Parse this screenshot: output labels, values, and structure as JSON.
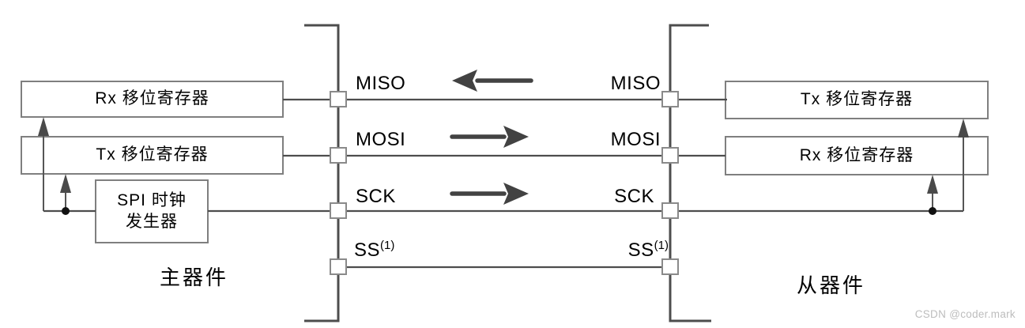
{
  "master": {
    "device_label": "主器件",
    "rx_register": "Rx 移位寄存器",
    "tx_register": "Tx 移位寄存器",
    "clock_generator_line1": "SPI 时钟",
    "clock_generator_line2": "发生器"
  },
  "slave": {
    "device_label": "从器件",
    "tx_register": "Tx 移位寄存器",
    "rx_register": "Rx 移位寄存器"
  },
  "signals": {
    "miso": {
      "master_label": "MISO",
      "slave_label": "MISO",
      "direction": "slave_to_master"
    },
    "mosi": {
      "master_label": "MOSI",
      "slave_label": "MOSI",
      "direction": "master_to_slave"
    },
    "sck": {
      "master_label": "SCK",
      "slave_label": "SCK",
      "direction": "master_to_slave"
    },
    "ss": {
      "master_label": "SS",
      "slave_label": "SS",
      "footnote": "(1)"
    }
  },
  "watermark": "CSDN @coder.mark",
  "colors": {
    "signal_line": "#4d4d4d",
    "box_border": "#7f7f7f",
    "arrow": "#424242",
    "text": "#000000",
    "watermark": "#bdbdbd"
  }
}
